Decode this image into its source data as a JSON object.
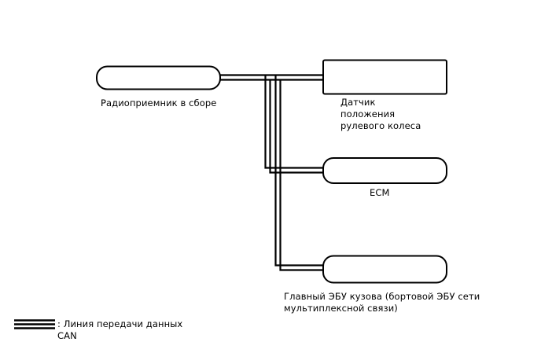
{
  "diagram": {
    "type": "can-bus-block-diagram",
    "background_color": "#ffffff",
    "line_color": "#000000",
    "box_fill": "#ffffff",
    "nodes": [
      {
        "id": "radio-receiver",
        "label": "Радиоприемник в сборе",
        "shape": "rounded-rectangle"
      },
      {
        "id": "steering-angle-sensor",
        "label": "Датчик\nположения\nрулевого колеса",
        "label_line1": "Датчик",
        "label_line2": "положения",
        "label_line3": "рулевого колеса",
        "shape": "rectangle"
      },
      {
        "id": "ecm",
        "label": "ECM",
        "shape": "rounded-rectangle"
      },
      {
        "id": "main-body-ecu",
        "label": "Главный ЭБУ кузова (бортовой ЭБУ сети\nмультиплексной связи)",
        "label_line1": "Главный ЭБУ кузова (бортовой ЭБУ сети",
        "label_line2": "мультиплексной связи)",
        "shape": "rounded-rectangle"
      }
    ],
    "legend": {
      "symbol": "can-bus-triple-line",
      "text_line1": ": Линия передачи данных",
      "text_line2": "CAN"
    }
  }
}
